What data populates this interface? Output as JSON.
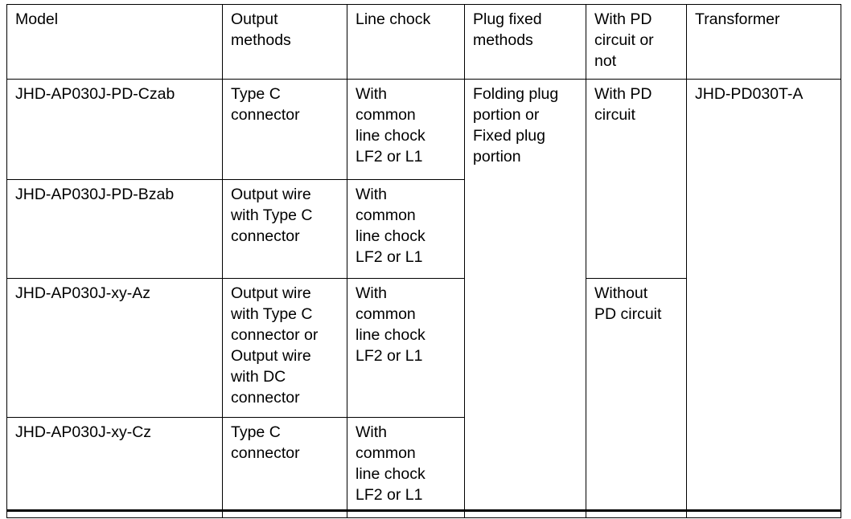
{
  "table": {
    "columns": [
      {
        "key": "model",
        "header": "Model"
      },
      {
        "key": "output_methods",
        "header": "Output\nmethods"
      },
      {
        "key": "line_chock",
        "header": "Line chock"
      },
      {
        "key": "plug_fixed_methods",
        "header": "Plug fixed\nmethods"
      },
      {
        "key": "pd_circuit",
        "header": "With PD\ncircuit or\nnot"
      },
      {
        "key": "transformer",
        "header": "Transformer"
      }
    ],
    "rows": [
      {
        "model": "JHD-AP030J-PD-Czab",
        "output_methods": "Type C\nconnector",
        "line_chock": "With\ncommon\nline chock\nLF2 or L1"
      },
      {
        "model": "JHD-AP030J-PD-Bzab",
        "output_methods": "Output wire\nwith Type C\nconnector",
        "line_chock": "With\ncommon\nline chock\nLF2 or L1"
      },
      {
        "model": "JHD-AP030J-xy-Az",
        "output_methods": "Output wire\nwith Type C\nconnector or\nOutput wire\nwith DC\nconnector",
        "line_chock": "With\ncommon\nline chock\nLF2 or L1"
      },
      {
        "model": "JHD-AP030J-xy-Cz",
        "output_methods": "Type C\nconnector",
        "line_chock": "With\ncommon\nline chock\nLF2 or L1"
      }
    ],
    "merged_cells": {
      "plug_fixed_methods_all_rows": "Folding plug\nportion or\nFixed plug\nportion",
      "pd_circuit_rows_1_2": "With PD\ncircuit",
      "pd_circuit_rows_3_4": "Without\nPD circuit",
      "transformer_all_rows": "JHD-PD030T-A"
    }
  },
  "colors": {
    "border": "#000000",
    "text": "#000000",
    "background": "#ffffff"
  }
}
